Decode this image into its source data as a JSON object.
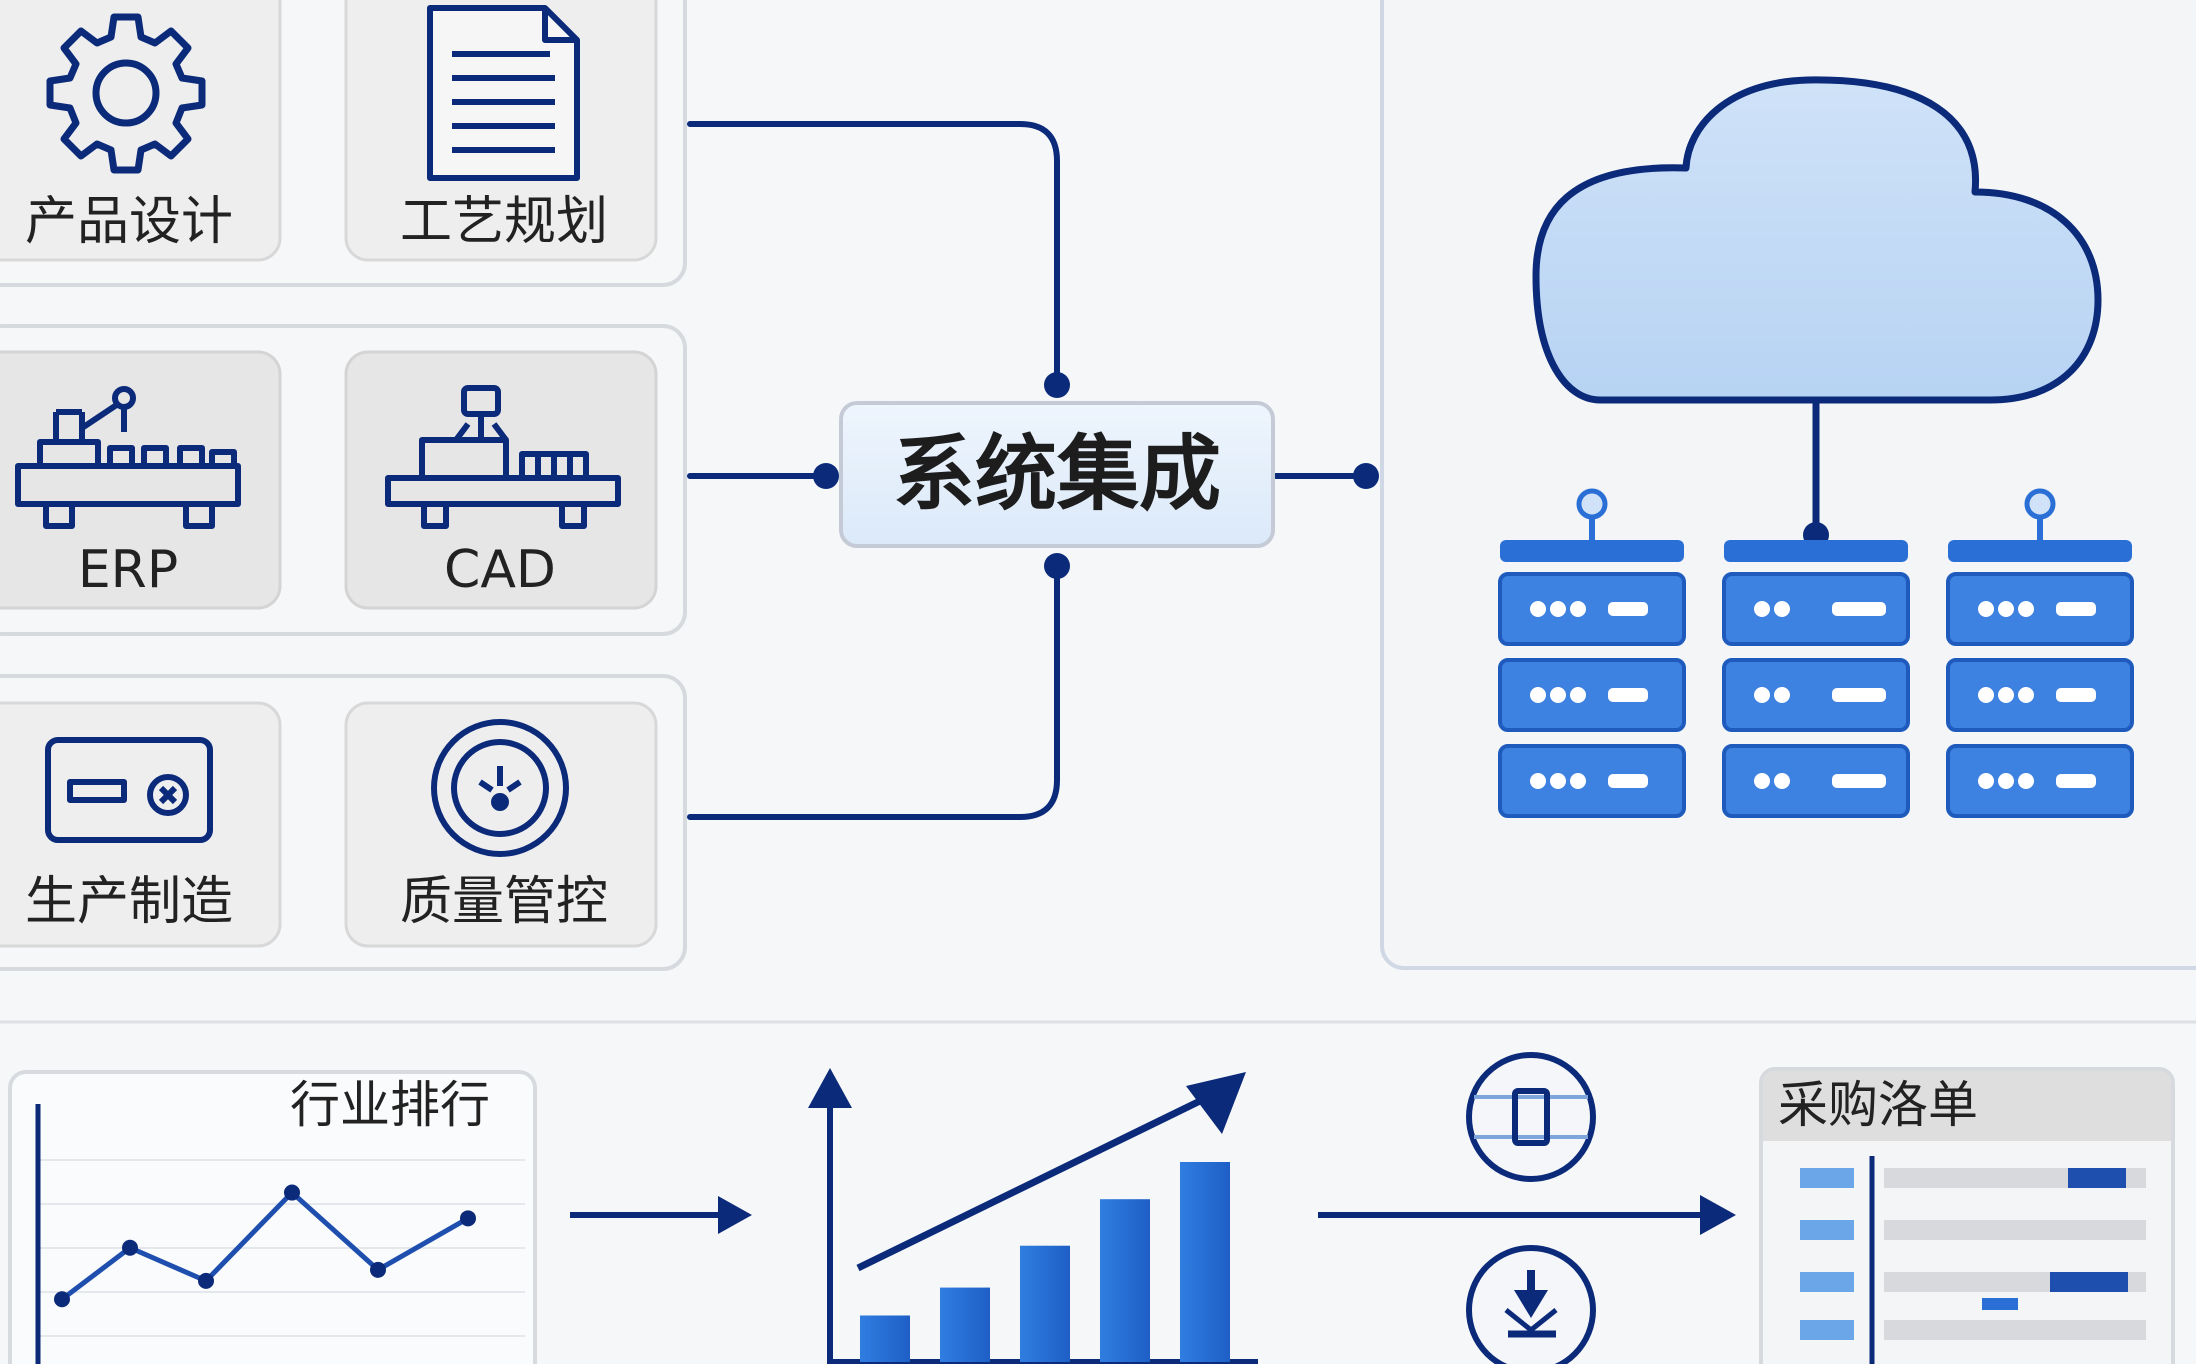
{
  "modules": [
    {
      "label": "产品设计",
      "icon": "gear-icon"
    },
    {
      "label": "工艺规划",
      "icon": "document-icon"
    },
    {
      "label": "ERP",
      "icon": "robot-arm-conveyor-icon"
    },
    {
      "label": "CAD",
      "icon": "machine-tool-icon"
    },
    {
      "label": "生产制造",
      "icon": "control-panel-icon"
    },
    {
      "label": "质量管控",
      "icon": "gauge-dial-icon"
    }
  ],
  "hub": {
    "label": "系统集成"
  },
  "cloud": {
    "icon": "cloud-icon",
    "server_icon": "server-rack-icon",
    "rack_count": 3,
    "units_per_rack": 3
  },
  "bottom": {
    "line_chart": {
      "title": "行业排行",
      "chart_data": {
        "type": "line",
        "title": "行业排行",
        "xlabel": "",
        "ylabel": "",
        "x": [
          1,
          2,
          3,
          4,
          5,
          6
        ],
        "series": [
          {
            "values": [
              0.4,
              1.8,
              0.9,
              3.3,
              1.2,
              2.6
            ]
          }
        ],
        "ylim": [
          0,
          5
        ],
        "grid": true
      }
    },
    "bar_chart": {
      "chart_data": {
        "type": "bar",
        "title": "",
        "categories": [
          "",
          "",
          "",
          "",
          ""
        ],
        "values": [
          1,
          1.6,
          2.5,
          3.5,
          4.3
        ],
        "trend_arrow": true
      }
    },
    "phone_icon": "phone-icon",
    "download_icon": "download-icon",
    "order_panel": {
      "title": "采购洛单",
      "icon": "order-list-icon"
    }
  },
  "colors": {
    "navy": "#0b2a7a",
    "blue": "#2a6fd6",
    "light_blue": "#cfe2f8",
    "panel_border": "#d3d7dd",
    "card_bg": "#ececec"
  }
}
